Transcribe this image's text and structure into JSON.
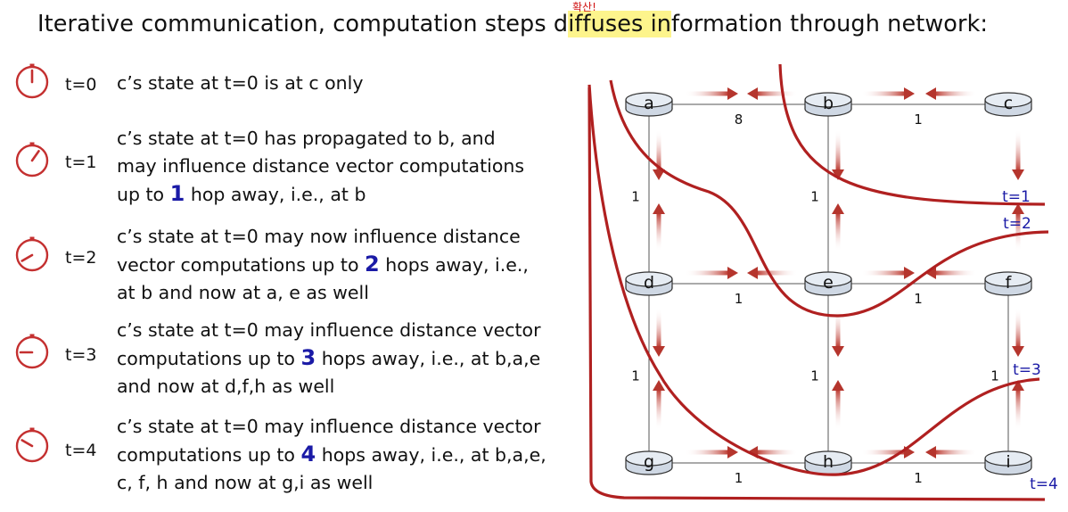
{
  "header": {
    "title_pre": "Iterative communication, computation steps d",
    "title_hl": "iffuses in",
    "title_post": "formation through network:",
    "annotation": "확산!"
  },
  "steps": [
    {
      "label": "t=0",
      "hand_angle": 0,
      "lines": [
        {
          "pre": "c’s state at t=0 is at c only"
        }
      ]
    },
    {
      "label": "t=1",
      "hand_angle": 35,
      "lines": [
        {
          "pre": "c’s state at t=0 has propagated to b, and"
        },
        {
          "pre": "may influence distance vector computations"
        },
        {
          "pre": "up to ",
          "hop": "1",
          "post": " hop away, i.e., at b"
        }
      ]
    },
    {
      "label": "t=2",
      "hand_angle": 240,
      "lines": [
        {
          "pre": "c’s state at t=0 may now influence distance"
        },
        {
          "pre": "vector computations up to ",
          "hop": "2",
          "post": " hops away, i.e.,"
        },
        {
          "pre": "at b and now at a, e as well"
        }
      ]
    },
    {
      "label": "t=3",
      "hand_angle": 270,
      "lines": [
        {
          "pre": "c’s state at t=0 may influence distance vector"
        },
        {
          "pre": "computations up to ",
          "hop": "3",
          "post": " hops away, i.e., at b,a,e"
        },
        {
          "pre": "and now at d,f,h as well"
        }
      ]
    },
    {
      "label": "t=4",
      "hand_angle": 300,
      "lines": [
        {
          "pre": "c’s state at t=0 may influence distance vector"
        },
        {
          "pre": "computations up to ",
          "hop": "4",
          "post": " hops away, i.e., at b,a,e,"
        },
        {
          "pre": "c, f, h and now at g,i as well"
        }
      ]
    }
  ],
  "network": {
    "routers": [
      {
        "id": "a",
        "label": "a"
      },
      {
        "id": "b",
        "label": "b"
      },
      {
        "id": "c",
        "label": "c"
      },
      {
        "id": "d",
        "label": "d"
      },
      {
        "id": "e",
        "label": "e"
      },
      {
        "id": "f",
        "label": "f"
      },
      {
        "id": "g",
        "label": "g"
      },
      {
        "id": "h",
        "label": "h"
      },
      {
        "id": "i",
        "label": "i"
      }
    ],
    "links": [
      {
        "from": "a",
        "to": "b",
        "cost": "8"
      },
      {
        "from": "b",
        "to": "c",
        "cost": "1"
      },
      {
        "from": "a",
        "to": "d",
        "cost": "1"
      },
      {
        "from": "b",
        "to": "e",
        "cost": "1"
      },
      {
        "from": "d",
        "to": "e",
        "cost": "1"
      },
      {
        "from": "e",
        "to": "f",
        "cost": "1"
      },
      {
        "from": "d",
        "to": "g",
        "cost": "1"
      },
      {
        "from": "e",
        "to": "h",
        "cost": "1"
      },
      {
        "from": "f",
        "to": "i",
        "cost": "1"
      },
      {
        "from": "g",
        "to": "h",
        "cost": "1"
      },
      {
        "from": "h",
        "to": "i",
        "cost": "1"
      }
    ],
    "wavefronts": [
      {
        "id": "t1",
        "label": "t=1"
      },
      {
        "id": "t2",
        "label": "t=2"
      },
      {
        "id": "t3",
        "label": "t=3"
      },
      {
        "id": "t4",
        "label": "t=4"
      }
    ],
    "colors": {
      "wave": "#b02020",
      "arrow": "#c0453c",
      "router_fill": "#cfd8e4",
      "label": "#1a1aa6"
    }
  }
}
